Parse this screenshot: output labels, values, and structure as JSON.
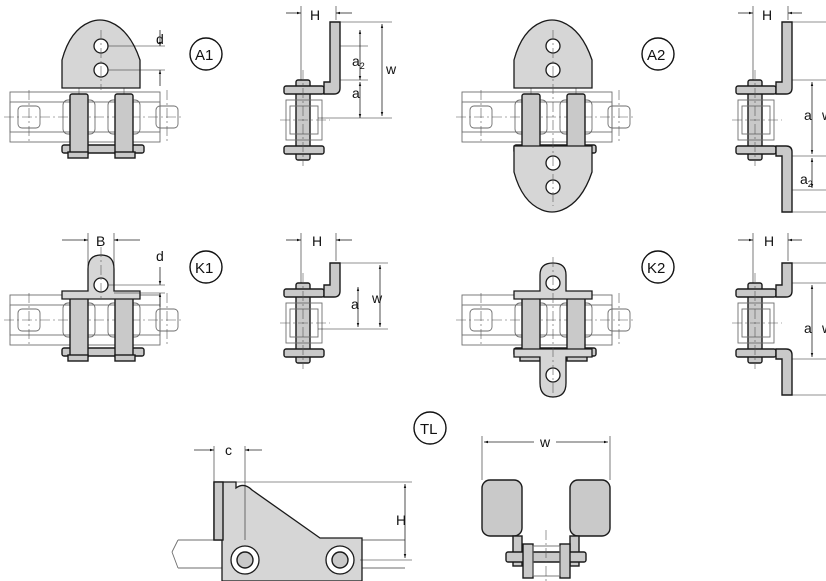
{
  "figure": {
    "views": [
      {
        "id": "A1",
        "tag": "A1",
        "dims": {
          "d": "d",
          "H": "H",
          "a2": "a",
          "a2_sub": "2",
          "a": "a",
          "w": "w"
        }
      },
      {
        "id": "A2",
        "tag": "A2",
        "dims": {
          "H": "H",
          "a": "a",
          "w": "w",
          "a2": "a",
          "a2_sub": "2"
        }
      },
      {
        "id": "K1",
        "tag": "K1",
        "dims": {
          "B": "B",
          "d": "d",
          "H": "H",
          "a": "a",
          "w": "w"
        }
      },
      {
        "id": "K2",
        "tag": "K2",
        "dims": {
          "H": "H",
          "a": "a",
          "w": "w"
        }
      },
      {
        "id": "TL",
        "tag": "TL",
        "dims": {
          "c": "c",
          "H": "H",
          "w": "w"
        }
      }
    ]
  }
}
